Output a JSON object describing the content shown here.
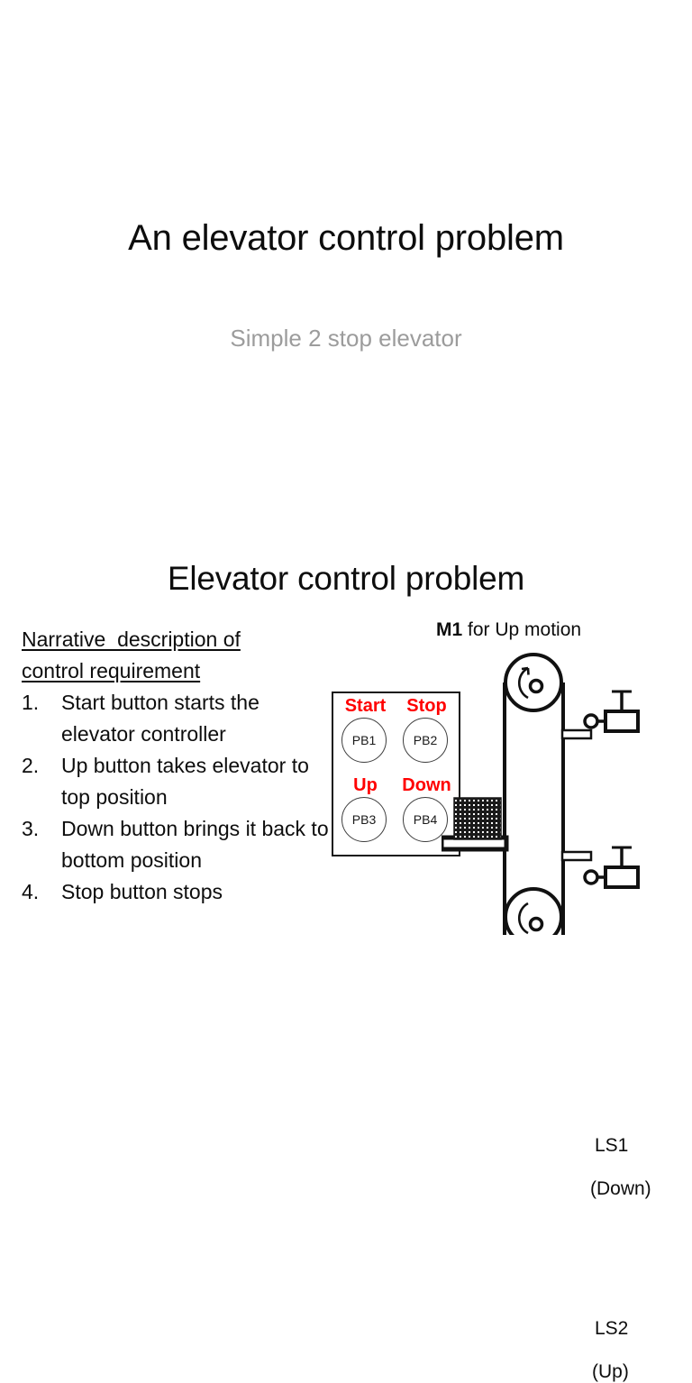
{
  "slide1": {
    "title": "An elevator control problem",
    "subtitle": "Simple 2 stop elevator"
  },
  "slide2": {
    "title": "Elevator control problem",
    "narrative": {
      "heading_line1": "Narrative  description of",
      "heading_line2": "control requirement",
      "items": [
        {
          "num": "1.",
          "text": "Start button starts the elevator controller"
        },
        {
          "num": "2.",
          "text": "Up button takes elevator to top position"
        },
        {
          "num": "3.",
          "text": "Down button brings it back to bottom position"
        },
        {
          "num": "4.",
          "text": "Stop button stops"
        }
      ]
    },
    "pushbutton_panel": {
      "buttons": [
        {
          "label": "Start",
          "tag": "PB1"
        },
        {
          "label": "Stop",
          "tag": "PB2"
        },
        {
          "label": "Up",
          "tag": "PB3"
        },
        {
          "label": "Down",
          "tag": "PB4"
        }
      ],
      "label_color": "#ff0000"
    },
    "diagram": {
      "motor_caption_bold": "M1",
      "motor_caption_rest": " for Up motion",
      "limit_switch_top": {
        "name": "LS1",
        "sub": "(Down)"
      },
      "limit_switch_bottom": {
        "name": "LS2",
        "sub": "(Up)"
      }
    }
  }
}
